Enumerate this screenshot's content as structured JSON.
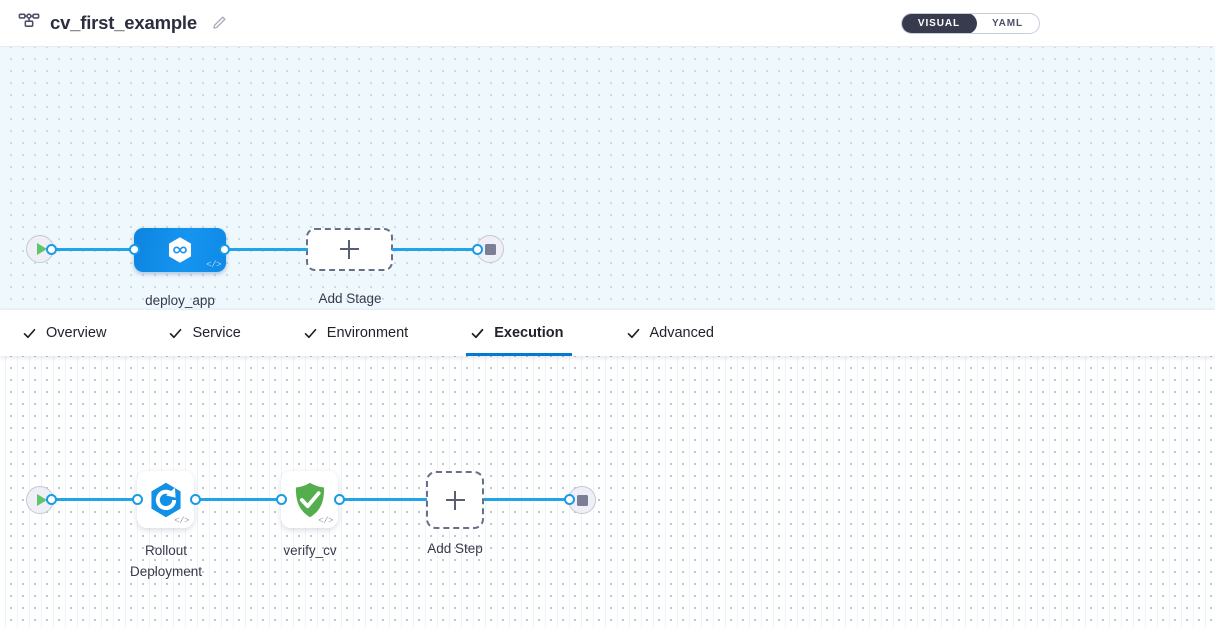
{
  "header": {
    "pipeline_icon": "pipeline-nodes-icon",
    "title": "cv_first_example",
    "edit_icon": "pencil-edit-icon",
    "view_toggle": {
      "active": "VISUAL",
      "options": [
        {
          "label": "VISUAL",
          "active": true
        },
        {
          "label": "YAML",
          "active": false
        }
      ]
    }
  },
  "colors": {
    "edge_blue": "#22a3ea",
    "stage_blue": "#1595f0",
    "tab_active_underline": "#0278d5",
    "start_play_green": "#5fc46c",
    "end_stop_gray": "#7b7f96",
    "verify_shield_green": "#55ae4e",
    "toggle_active_bg": "#383a4e",
    "stage_canvas_bg": "#eff8fc",
    "step_canvas_bg": "#ffffff"
  },
  "stage_canvas": {
    "name": "stage-graph",
    "start_node": {
      "name": "start-node",
      "icon": "play-icon"
    },
    "end_node": {
      "name": "end-node",
      "icon": "stop-square-icon"
    },
    "nodes": [
      {
        "name": "stage-node-deploy-app",
        "label": "deploy_app",
        "icon": "hexagon-infinity-icon",
        "code_badge": "</>",
        "selected": true
      },
      {
        "name": "add-stage-node",
        "label": "Add Stage",
        "icon": "plus-icon"
      }
    ]
  },
  "tabs": {
    "name": "stage-config-tabs",
    "items": [
      {
        "label": "Overview",
        "icon": "check-icon",
        "active": false
      },
      {
        "label": "Service",
        "icon": "check-icon",
        "active": false
      },
      {
        "label": "Environment",
        "icon": "check-icon",
        "active": false
      },
      {
        "label": "Execution",
        "icon": "check-icon",
        "active": true
      },
      {
        "label": "Advanced",
        "icon": "check-icon",
        "active": false
      }
    ]
  },
  "step_canvas": {
    "name": "execution-step-graph",
    "start_node": {
      "name": "start-node",
      "icon": "play-icon"
    },
    "end_node": {
      "name": "end-node",
      "icon": "stop-square-icon"
    },
    "nodes": [
      {
        "name": "step-node-rollout-deployment",
        "label": "Rollout\nDeployment",
        "icon": "hexagon-rollout-icon",
        "code_badge": "</>"
      },
      {
        "name": "step-node-verify-cv",
        "label": "verify_cv",
        "icon": "shield-check-icon",
        "code_badge": "</>"
      },
      {
        "name": "add-step-node",
        "label": "Add Step",
        "icon": "plus-icon"
      }
    ]
  }
}
